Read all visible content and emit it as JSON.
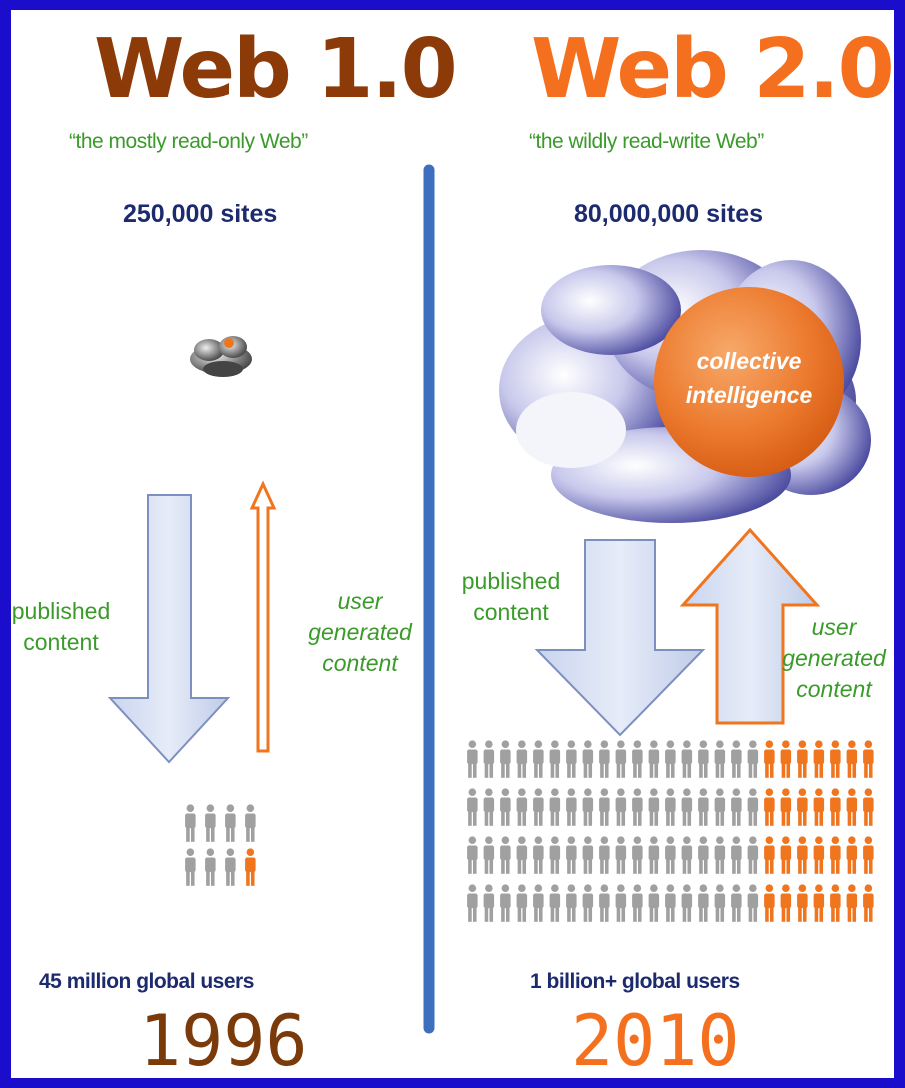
{
  "web1": {
    "title": "Web 1.0",
    "tagline": "“the mostly read-only Web”",
    "sites": "250,000 sites",
    "published": [
      "published",
      "content"
    ],
    "ugc": [
      "user",
      "generated",
      "content"
    ],
    "users": "45 million global users",
    "year": "1996"
  },
  "web2": {
    "title": "Web 2.0",
    "tagline": "“the wildly read-write Web”",
    "sites": "80,000,000 sites",
    "cloud_label": [
      "collective",
      "intelligence"
    ],
    "published": [
      "published",
      "content"
    ],
    "ugc": [
      "user",
      "generated",
      "content"
    ],
    "users": "1 billion+ global users",
    "year": "2010"
  },
  "colors": {
    "frame": "#1a0dcc",
    "web1_title": "#8b3a08",
    "web2_title": "#f5701e",
    "green_text": "#3a9a2a",
    "navy_text": "#1c2a6e",
    "divider": "#3e6fbf",
    "orange": "#f0751f",
    "gray_person": "#a0a0a0"
  },
  "icons": {
    "small_cloud": "cloud-icon",
    "big_cloud": "cloud-icon",
    "people": "person-icon"
  }
}
